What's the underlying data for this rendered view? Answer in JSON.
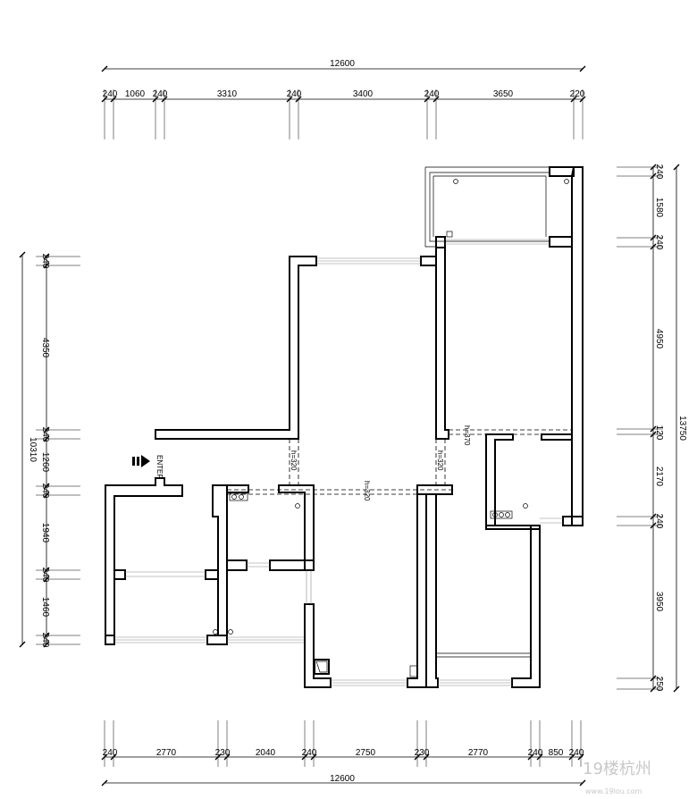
{
  "dimensions": {
    "top_total": "12600",
    "top_segments": [
      "240",
      "1060",
      "240",
      "3310",
      "240",
      "3400",
      "240",
      "3650",
      "220"
    ],
    "bottom_total": "12600",
    "bottom_segments": [
      "240",
      "2770",
      "230",
      "2040",
      "240",
      "2750",
      "230",
      "2770",
      "240",
      "850",
      "240"
    ],
    "left_total": "10310",
    "left_segments": [
      "240",
      "4350",
      "240",
      "1260",
      "240",
      "1940",
      "240",
      "1460",
      "240"
    ],
    "right_total": "13750",
    "right_segments": [
      "240",
      "1580",
      "240",
      "4950",
      "120",
      "2170",
      "240",
      "3950",
      "250"
    ]
  },
  "labels": {
    "enter": "ENTER",
    "beam_1": "h=320",
    "beam_2": "h=320",
    "beam_3": "h=320",
    "beam_4": "h=370"
  },
  "watermark": {
    "brand": "19楼杭州",
    "url": "www.19lou.com"
  }
}
